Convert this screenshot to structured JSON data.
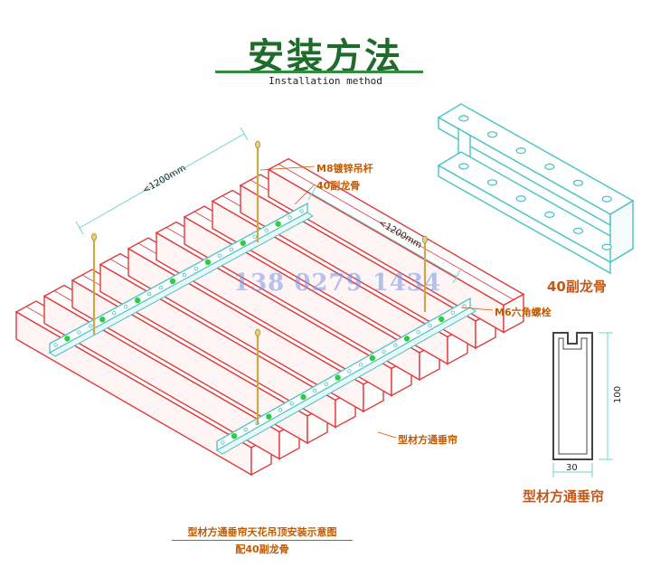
{
  "header": {
    "title": "安装方法",
    "subtitle": "Installation method"
  },
  "dimensions": {
    "span_a": "<1200mm",
    "span_b": "<1200mm",
    "profile_height": "100",
    "profile_width": "30"
  },
  "callouts": {
    "rod": "M8镀锌吊杆",
    "keel": "40副龙骨",
    "bolt": "M6六角螺栓",
    "baffle": "型材方通垂帘"
  },
  "detail_labels": {
    "keel_title": "40副龙骨",
    "profile_title": "型材方通垂帘"
  },
  "watermark": "138 0279 1434",
  "footer": {
    "caption_line1": "型材方通垂帘天花吊顶安装示意图",
    "caption_line2": "配40副龙骨"
  },
  "colors": {
    "title_green": "#1f6b2a",
    "baffle_red": "#e03a3a",
    "keel_cyan": "#49c2c2",
    "bolt_green": "#2ecc40",
    "label_orange": "#c25a00"
  }
}
